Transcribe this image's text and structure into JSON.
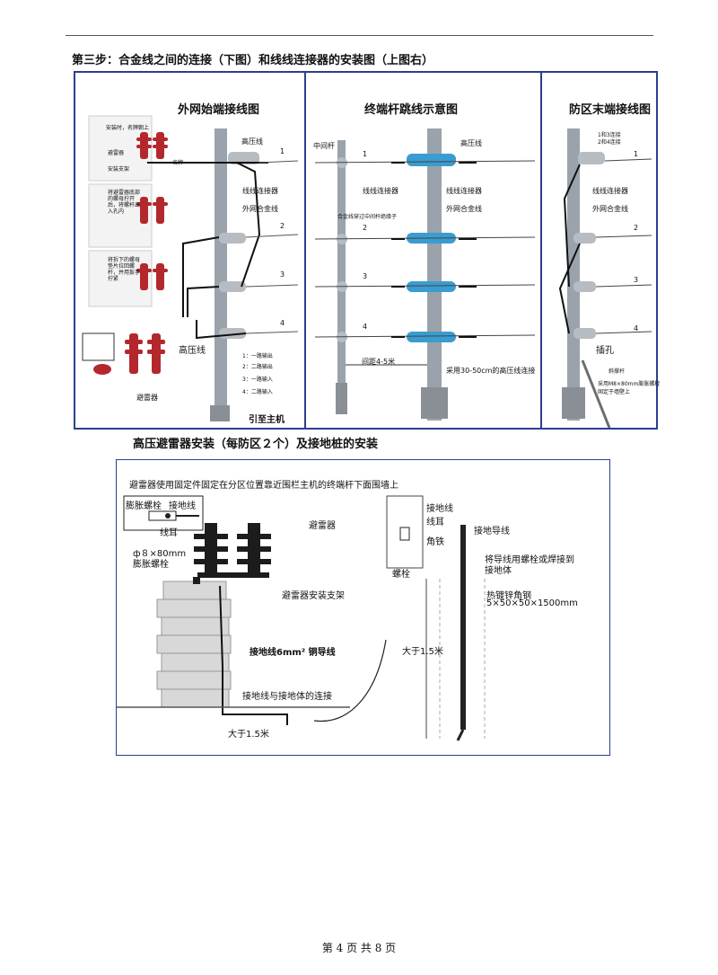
{
  "step": {
    "title": "第三步：合金线之间的连接（下图）和线线连接器的安装图（上图右）"
  },
  "panels": {
    "left": {
      "title": "外网始端接线图",
      "labels": {
        "high_voltage_wire": "高压线",
        "wire_connector": "线线连接器",
        "alloy_wire": "外网合金线",
        "high_voltage_wire_2": "高压线",
        "arrester": "避雷器",
        "to_host": "引至主机",
        "install_note": "安装时，名牌朝上",
        "arrester_small": "避雷器",
        "nameplate": "名牌",
        "bracket": "安装支架",
        "step2_note": "将避雷器底部的螺母拧开后，将螺杆出入孔内",
        "step3_note": "将拆下的螺母垫片拉回螺杆，并用扳手拧紧",
        "out1": "1：一路输出",
        "out2": "2：二路输出",
        "in3": "3：一路输入",
        "in4": "4：二路输入"
      },
      "numbers": [
        "1",
        "2",
        "3",
        "4"
      ]
    },
    "middle": {
      "title": "终端杆跳线示意图",
      "labels": {
        "middle_pole": "中间杆",
        "high_voltage_wire": "高压线",
        "wire_connector_a": "线线连接器",
        "wire_connector_b": "线线连接器",
        "alloy_wire": "外网合金线",
        "insulator_note": "合金线穿过中间杆绝缘子",
        "spacing": "间距4-5米",
        "hv_note": "采用30-50cm的高压线连接"
      },
      "numbers": [
        "1",
        "2",
        "3",
        "4"
      ]
    },
    "right": {
      "title": "防区末端接线图",
      "labels": {
        "connect_13": "1和3连接",
        "connect_24": "2和4连接",
        "wire_connector": "线线连接器",
        "alloy_wire": "外网合金线",
        "jack": "插孔",
        "brace": "斜撑杆",
        "bolt_note_1": "采用M8×80mm膨胀螺栓",
        "bolt_note_2": "固定于墙壁上"
      },
      "numbers": [
        "1",
        "2",
        "3",
        "4"
      ]
    }
  },
  "install_section": {
    "title": "高压避雷器安装（每防区２个）及接地桩的安装",
    "note": "避雷器使用固定件固定在分区位置靠近围栏主机的终端杆下面围墙上",
    "labels": {
      "expansion_bolt": "膨胀螺栓",
      "ground_wire_small": "接地线",
      "lug_small": "线耳",
      "bolt_spec": "ф８×80mm",
      "bolt_spec_2": "膨胀螺栓",
      "arrester": "避雷器",
      "arrester_bracket": "避雷器安装支架",
      "ground_wire_6mm": "接地线6mm² 铜导线",
      "ground_connection": "接地线与接地体的连接",
      "more_than_15_left": "大于1.5米",
      "ground_wire_r": "接地线",
      "lug_r": "线耳",
      "angle_iron": "角铁",
      "bolt_r": "螺栓",
      "ground_lead": "接地导线",
      "weld_note_1": "将导线用螺栓或焊接到",
      "weld_note_2": "接地体",
      "galv_steel": "热镀锌角钢",
      "steel_spec": "5×50×50×1500mm",
      "more_than_15_right": "大于1.5米"
    }
  },
  "footer": {
    "page": "第 4 页  共 8 页"
  },
  "colors": {
    "frame": "#2b3f8e",
    "arrester_red": "#b3282d",
    "insulator_blue": "#3a9cd0",
    "pole_grey": "#9aa3ab"
  }
}
